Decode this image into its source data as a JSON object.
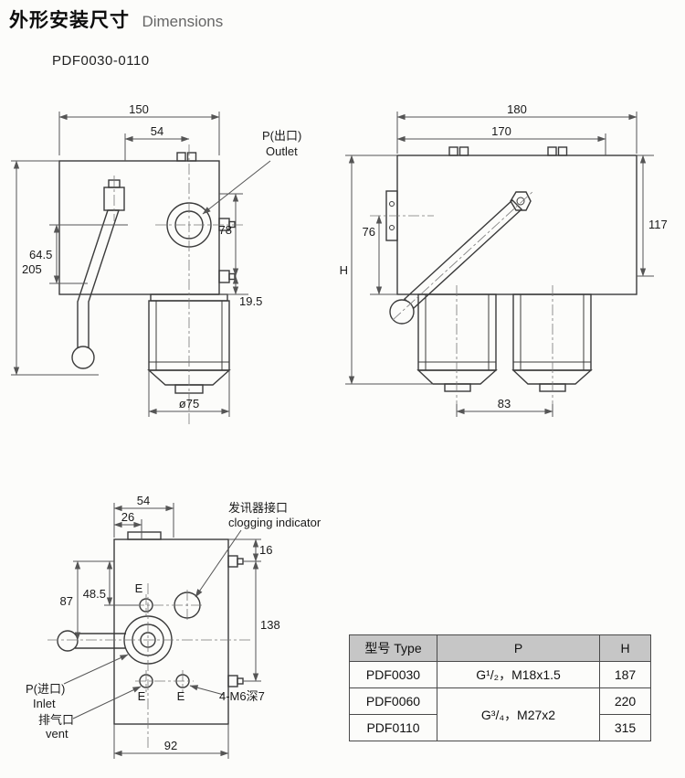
{
  "header": {
    "title_cn": "外形安装尺寸",
    "title_en": "Dimensions",
    "model": "PDF0030-0110"
  },
  "front_view": {
    "d150": "150",
    "d54": "54",
    "d205": "205",
    "d645": "64.5",
    "d78": "78",
    "d195": "19.5",
    "dia": "ø75",
    "outlet_cn": "P(出口)",
    "outlet_en": "Outlet"
  },
  "side_view": {
    "d180": "180",
    "d170": "170",
    "d117": "117",
    "d76": "76",
    "dH": "H",
    "d83": "83"
  },
  "bottom_view": {
    "d54": "54",
    "d26": "26",
    "d485": "48.5",
    "d87": "87",
    "d16": "16",
    "d138": "138",
    "d92": "92",
    "e": "E",
    "m6": "4-M6深7",
    "clog_cn": "发讯器接口",
    "clog_en": "clogging indicator",
    "inlet_cn": "P(进口)",
    "inlet_en": "Inlet",
    "vent_cn": "排气口",
    "vent_en": "vent"
  },
  "table": {
    "headers": {
      "type": "型号 Type",
      "p": "P",
      "h": "H"
    },
    "rows": [
      {
        "type": "PDF0030",
        "p": "G¹/₂，M18x1.5",
        "h": "187"
      },
      {
        "type": "PDF0060",
        "p": "G³/₄，M27x2",
        "h": "220"
      },
      {
        "type": "PDF0110",
        "h": "315"
      }
    ]
  }
}
